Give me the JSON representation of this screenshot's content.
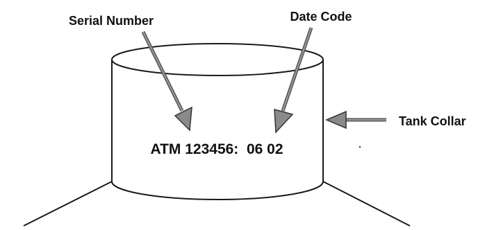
{
  "labels": {
    "serial_number": "Serial Number",
    "date_code": "Date Code",
    "tank_collar": "Tank Collar"
  },
  "collar_marking": {
    "text": "ATM 123456:  06 02"
  },
  "colors": {
    "line": "#1a1a1a",
    "arrow_fill": "#8a8a8a",
    "arrow_stroke": "#333333",
    "text": "#111111"
  }
}
